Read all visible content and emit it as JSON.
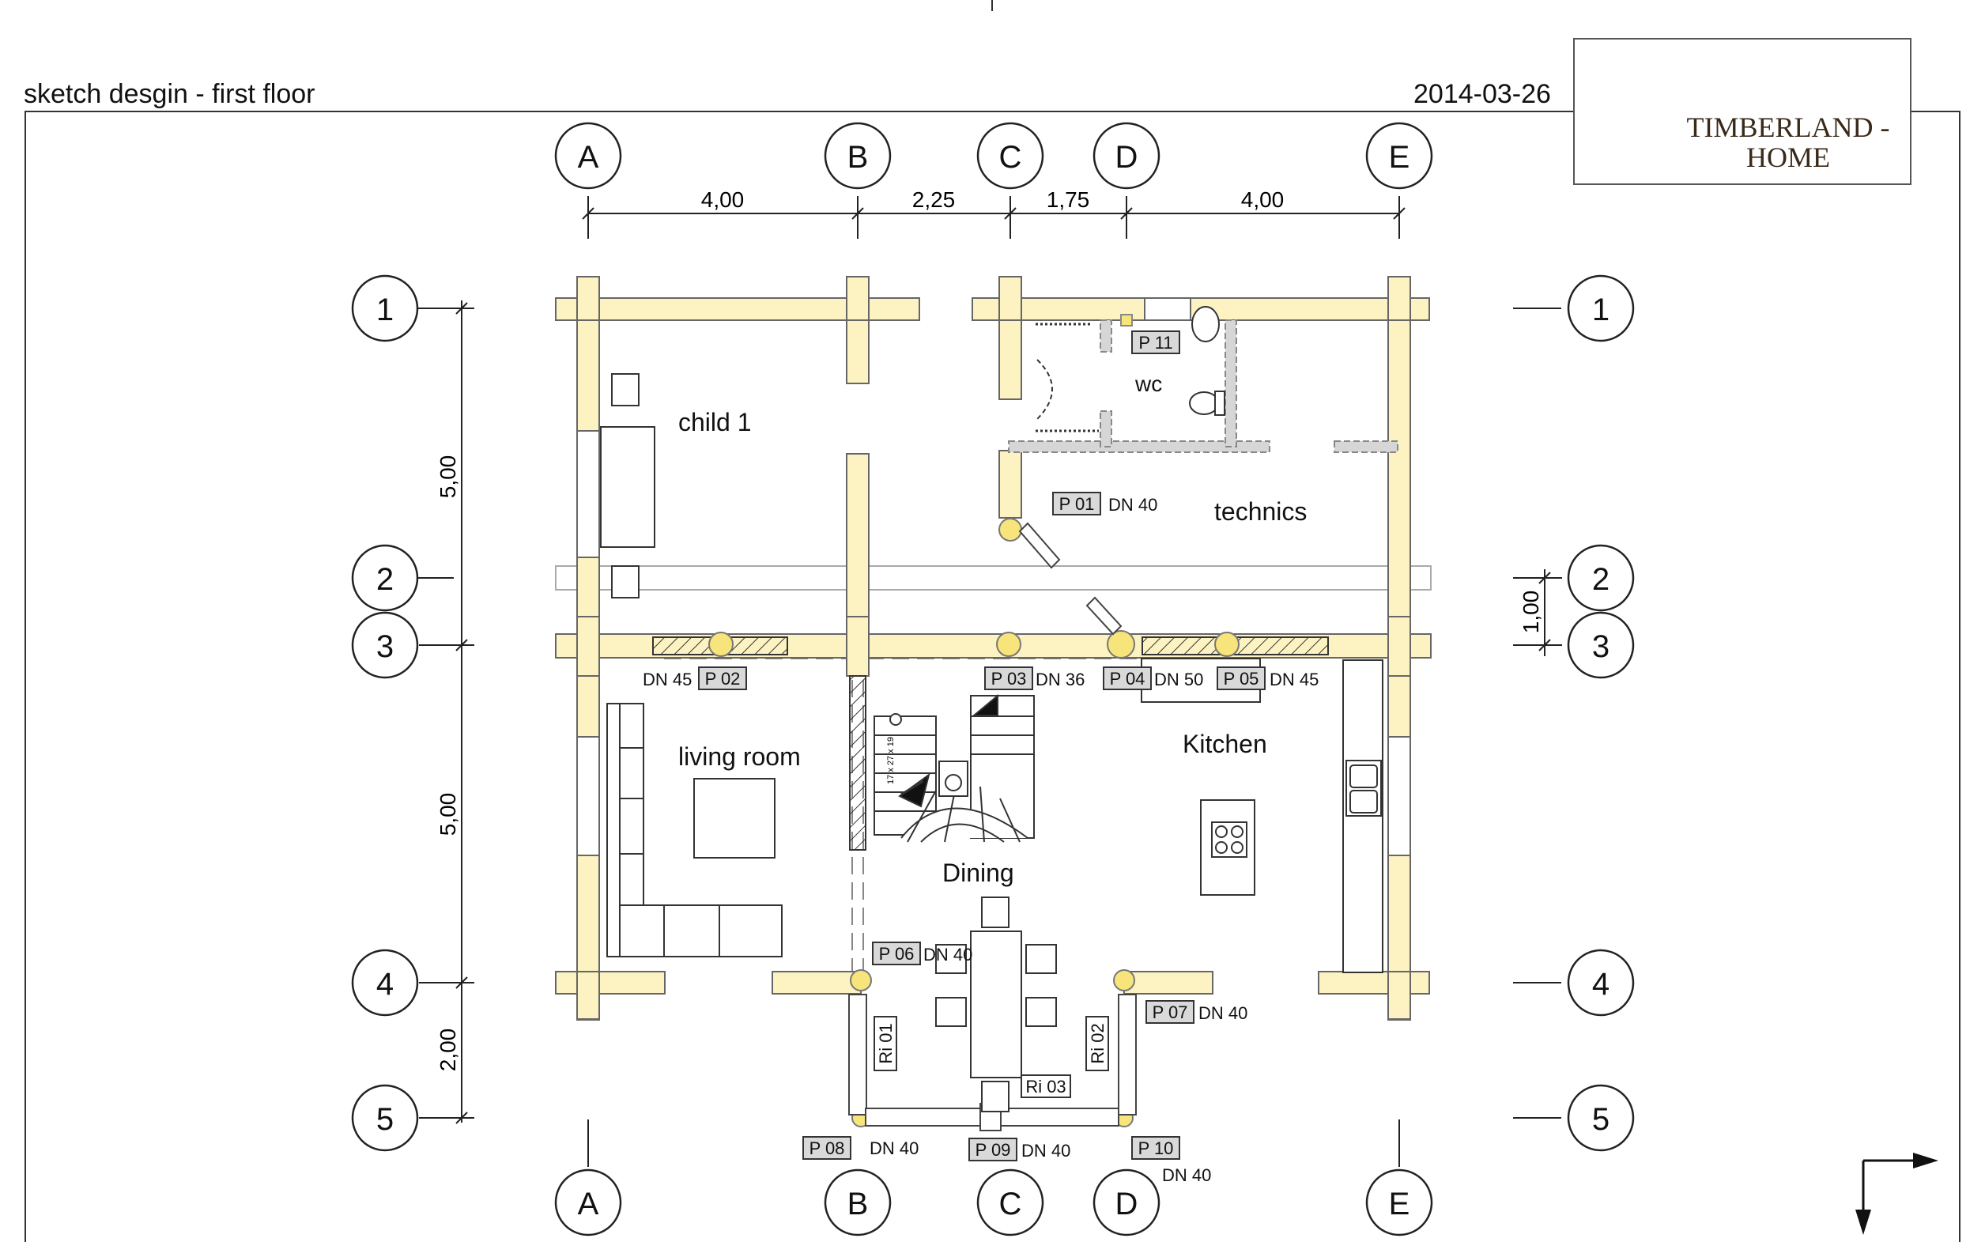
{
  "header": {
    "title": "sketch desgin - first floor",
    "date": "2014-03-26"
  },
  "logo": {
    "line1": "TIMBERLAND -",
    "line2": "HOME"
  },
  "axes": {
    "columns": [
      "A",
      "B",
      "C",
      "D",
      "E"
    ],
    "rows": [
      "1",
      "2",
      "3",
      "4",
      "5"
    ]
  },
  "dimensions": {
    "horizontal": [
      "4,00",
      "2,25",
      "1,75",
      "4,00"
    ],
    "vertical": [
      "5,00",
      "5,00",
      "2,00"
    ],
    "between_2_3": "1,00"
  },
  "rooms": {
    "child": "child 1",
    "wc": "wc",
    "technics": "technics",
    "living": "living room",
    "kitchen": "Kitchen",
    "dining": "Dining"
  },
  "posts": [
    {
      "tag": "P 01",
      "dn": "DN 40"
    },
    {
      "tag": "P 02",
      "dn": "DN 45"
    },
    {
      "tag": "P 03",
      "dn": "DN 36"
    },
    {
      "tag": "P 04",
      "dn": "DN 50"
    },
    {
      "tag": "P 05",
      "dn": "DN 45"
    },
    {
      "tag": "P 06",
      "dn": "DN 40"
    },
    {
      "tag": "P 07",
      "dn": "DN 40"
    },
    {
      "tag": "P 08",
      "dn": "DN 40"
    },
    {
      "tag": "P 09",
      "dn": "DN 40"
    },
    {
      "tag": "P 10",
      "dn": "DN 40"
    },
    {
      "tag": "P 11",
      "dn": ""
    }
  ],
  "rails": [
    "Ri 01",
    "Ri 02",
    "Ri 03"
  ],
  "stair_label": "17 x 27 x 19",
  "colors": {
    "log_wall": "#fdf3c2",
    "post": "#f7e47a",
    "partition": "#d6d6d6",
    "tag_bg": "#d9d9d9",
    "line": "#222222"
  },
  "icons": {
    "north": "north-arrow-icon"
  }
}
